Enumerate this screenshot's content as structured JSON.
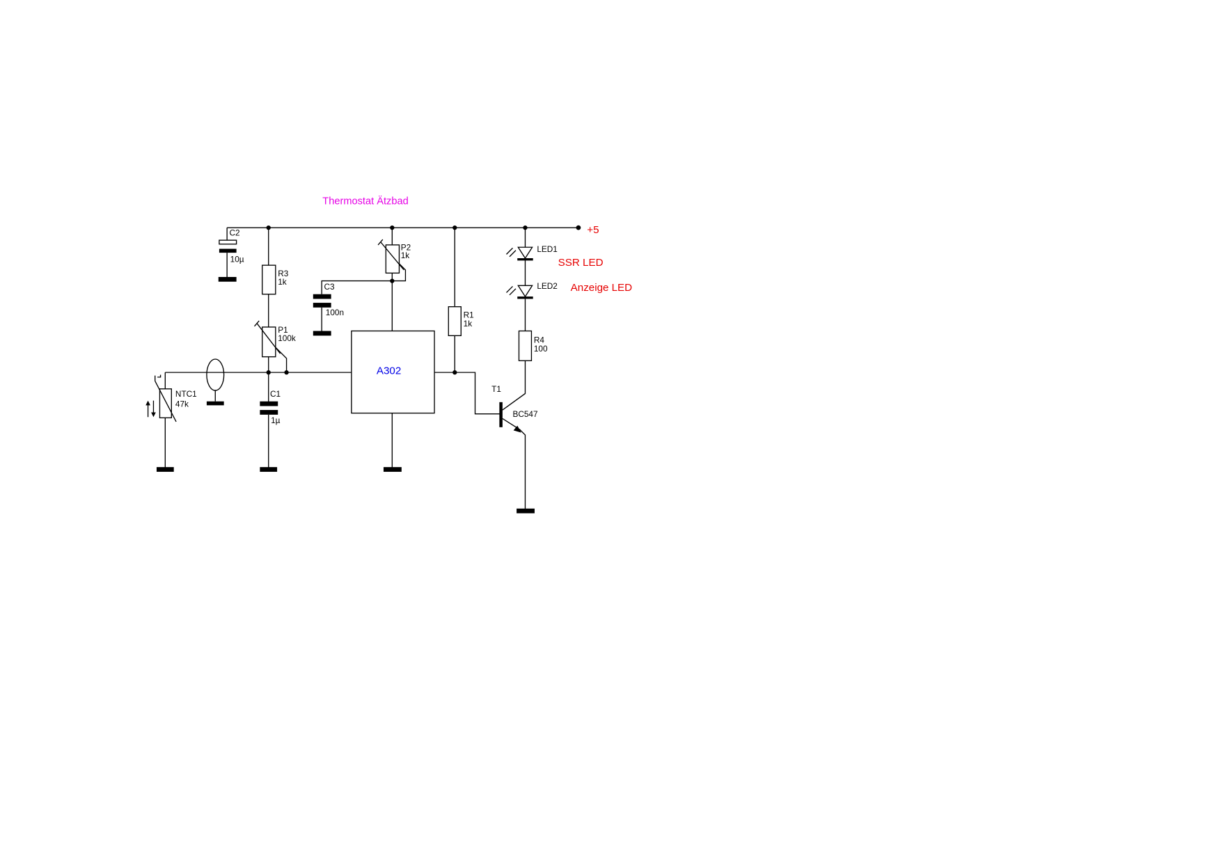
{
  "title": "Thermostat Ätzbad",
  "supply": "+5",
  "ic": "A302",
  "components": {
    "c2": {
      "name": "C2",
      "value": "10µ"
    },
    "r3": {
      "name": "R3",
      "value": "1k"
    },
    "p1": {
      "name": "P1",
      "value": "100k"
    },
    "c1": {
      "name": "C1",
      "value": "1µ"
    },
    "ntc1": {
      "name": "NTC1",
      "value": "47k"
    },
    "c3": {
      "name": "C3",
      "value": "100n"
    },
    "p2": {
      "name": "P2",
      "value": "1k"
    },
    "r1": {
      "name": "R1",
      "value": "1k"
    },
    "r4": {
      "name": "R4",
      "value": "100"
    },
    "t1": {
      "name": "T1",
      "value": "BC547"
    },
    "led1": {
      "name": "LED1",
      "note": "SSR LED"
    },
    "led2": {
      "name": "LED2",
      "note": "Anzeige LED"
    }
  },
  "colors": {
    "title": "#e600e6",
    "notes": "#e60000",
    "ic": "#0000e6"
  }
}
